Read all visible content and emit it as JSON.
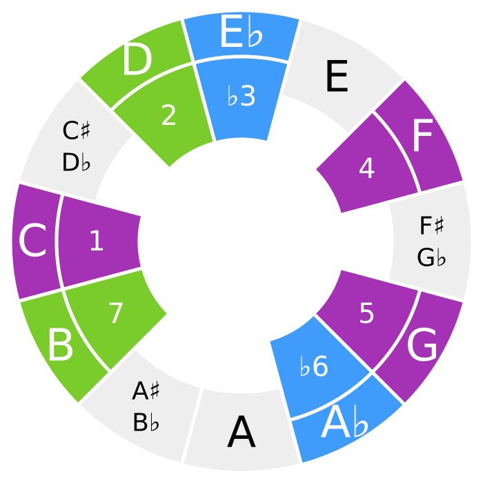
{
  "colors": {
    "natural": "#eeeeee",
    "green": "#7acc2a",
    "purple": "#a531b5",
    "blue": "#3f9cfa",
    "light_text": "#ffffff",
    "dark_text": "#000000"
  },
  "notes": [
    {
      "name": "C",
      "lines": [
        "C"
      ],
      "color": "purple",
      "degree": "1"
    },
    {
      "name": "C#",
      "lines": [
        "C♯",
        "D♭"
      ],
      "color": "natural"
    },
    {
      "name": "D",
      "lines": [
        "D"
      ],
      "color": "green",
      "degree": "2"
    },
    {
      "name": "Eb",
      "lines": [
        "E♭"
      ],
      "color": "blue",
      "degree": "♭3"
    },
    {
      "name": "E",
      "lines": [
        "E"
      ],
      "color": "natural"
    },
    {
      "name": "F",
      "lines": [
        "F"
      ],
      "color": "purple",
      "degree": "4"
    },
    {
      "name": "F#",
      "lines": [
        "F♯",
        "G♭"
      ],
      "color": "natural"
    },
    {
      "name": "G",
      "lines": [
        "G"
      ],
      "color": "purple",
      "degree": "5"
    },
    {
      "name": "Ab",
      "lines": [
        "A♭"
      ],
      "color": "blue",
      "degree": "♭6"
    },
    {
      "name": "A",
      "lines": [
        "A"
      ],
      "color": "natural"
    },
    {
      "name": "A#",
      "lines": [
        "A♯",
        "B♭"
      ],
      "color": "natural"
    },
    {
      "name": "B",
      "lines": [
        "B"
      ],
      "color": "green",
      "degree": "7"
    }
  ]
}
